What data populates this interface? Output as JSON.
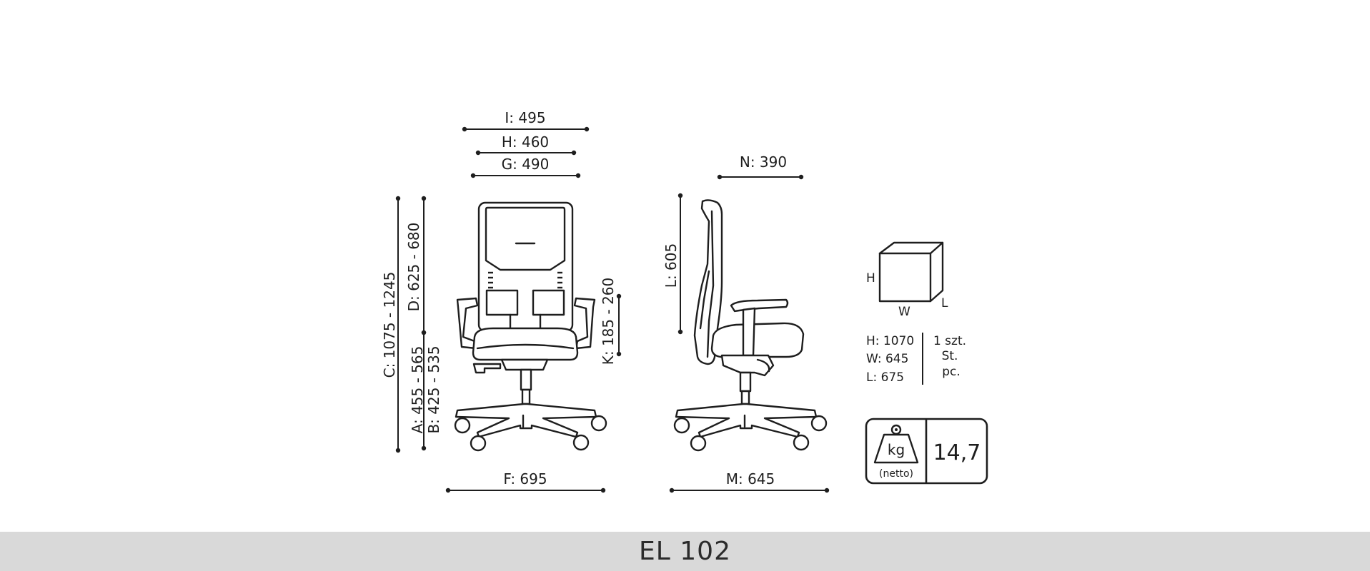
{
  "front_view": {
    "dim_i": "I: 495",
    "dim_h": "H: 460",
    "dim_g": "G: 490",
    "dim_c": "C: 1075 - 1245",
    "dim_d": "D: 625 - 680",
    "dim_a": "A: 455 - 565",
    "dim_b": "B: 425 - 535",
    "dim_k": "K: 185 - 260",
    "dim_f": "F: 695"
  },
  "side_view": {
    "dim_n": "N: 390",
    "dim_l": "L: 605",
    "dim_m": "M: 645"
  },
  "packaging": {
    "box_h": "H",
    "box_w": "W",
    "box_l": "L",
    "pack_h": "H: 1070",
    "pack_w": "W: 645",
    "pack_l": "L: 675",
    "qty": "1 szt.",
    "qty_de": "St.",
    "qty_en": "pc."
  },
  "weight": {
    "unit": "kg",
    "note": "(netto)",
    "value": "14,7"
  },
  "footer": {
    "model": "EL 102"
  }
}
